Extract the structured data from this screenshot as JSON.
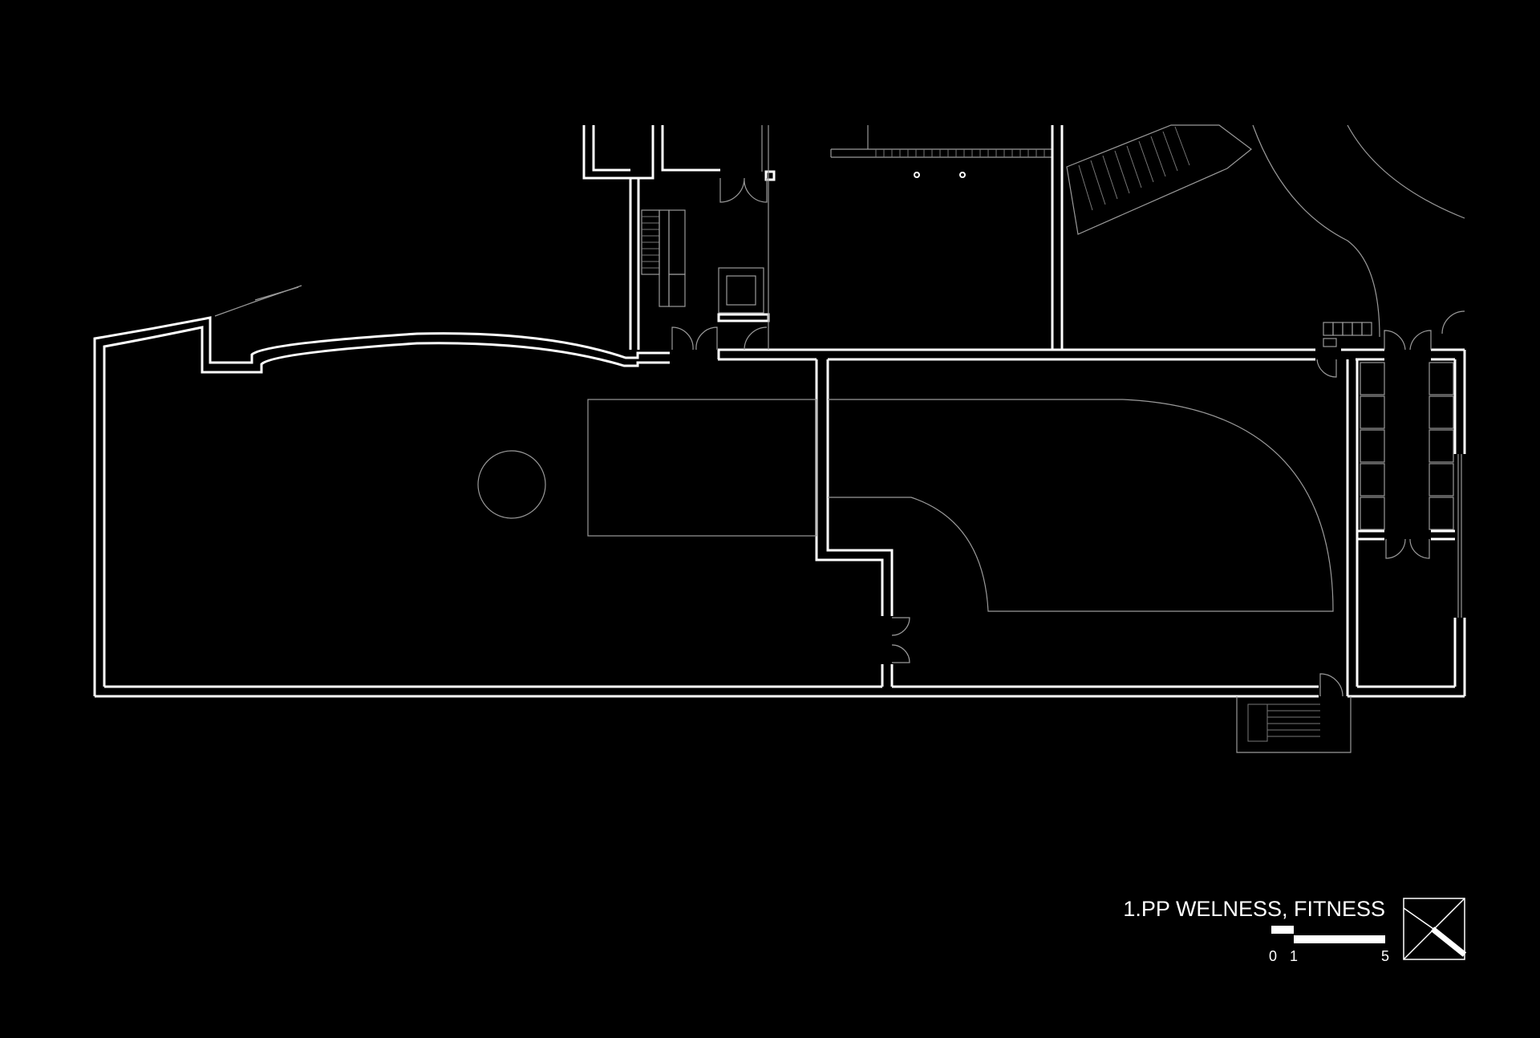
{
  "drawing": {
    "title": "1.PP WELNESS, FITNESS",
    "scale_labels": [
      "0",
      "1",
      "5"
    ],
    "colors": {
      "background": "#000000",
      "line": "#ffffff",
      "detail": "#9a9a9a"
    },
    "north_icon": "north-arrow-icon"
  }
}
